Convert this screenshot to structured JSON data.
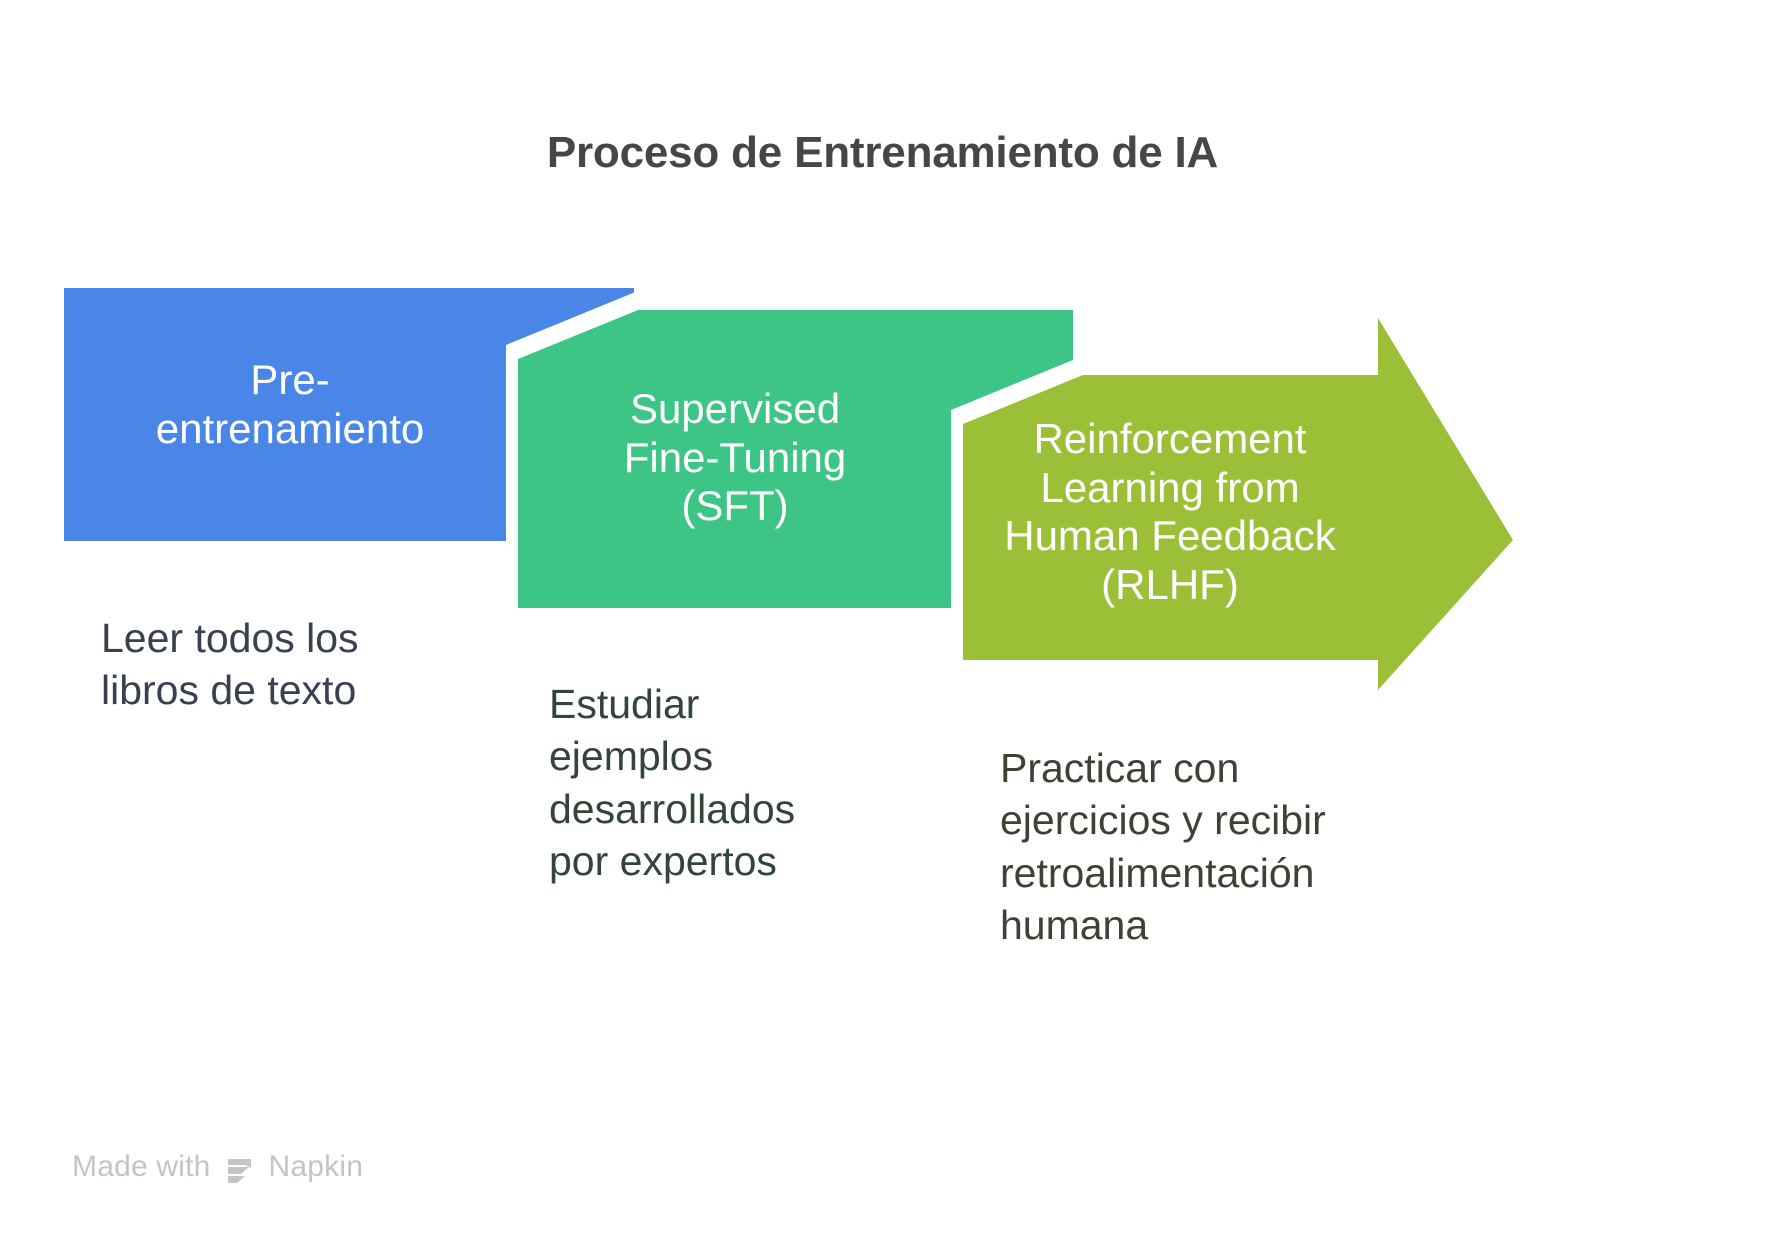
{
  "page": {
    "title": "Proceso de Entrenamiento de IA",
    "background_color": "#ffffff",
    "title_color": "#464646"
  },
  "diagram": {
    "type": "chevron-process-arrow",
    "steps": [
      {
        "id": "pretraining",
        "label": "Pre-\nentrenamiento",
        "caption": "Leer todos los\nlibros de texto",
        "shape": "rectangle",
        "fill": "#4a86e8",
        "label_color": "#ffffff",
        "caption_color": "#39404f"
      },
      {
        "id": "sft",
        "label": "Supervised\nFine-Tuning\n(SFT)",
        "caption": "Estudiar\nejemplos\ndesarrollados\npor expertos",
        "shape": "chevron",
        "fill": "#3cc584",
        "label_color": "#ffffff",
        "caption_color": "#334439"
      },
      {
        "id": "rlhf",
        "label": "Reinforcement\nLearning from\nHuman Feedback\n(RLHF)",
        "caption": "Practicar con\nejercicios y recibir\nretroalimentación\nhumana",
        "shape": "arrow",
        "fill": "#9bc038",
        "label_color": "#ffffff",
        "caption_color": "#3d4234"
      }
    ]
  },
  "footer": {
    "made_with": "Made with",
    "brand": "Napkin",
    "logo_icon": "napkin-logo-icon",
    "color": "#c4c4c4"
  }
}
